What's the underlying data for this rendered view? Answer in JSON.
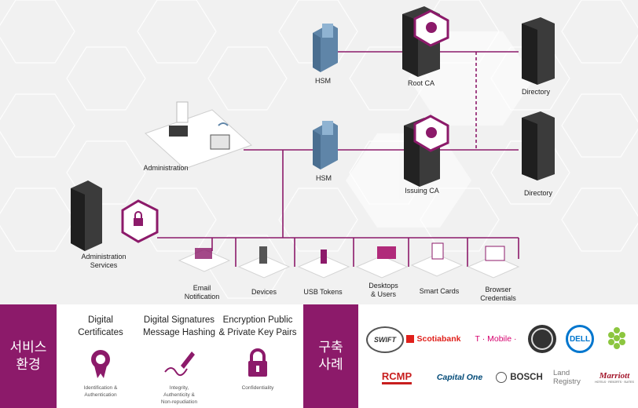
{
  "nodes": {
    "hsm_top": "HSM",
    "root_ca": "Root CA",
    "directory_top": "Directory",
    "administration": "Administration",
    "hsm_mid": "HSM",
    "issuing_ca": "Issuing CA",
    "directory_mid": "Directory",
    "admin_services_1": "Administration",
    "admin_services_2": "Services"
  },
  "endpoints": {
    "email_1": "Email",
    "email_2": "Notification",
    "devices": "Devices",
    "usb": "USB Tokens",
    "desktops_1": "Desktops",
    "desktops_2": "& Users",
    "smartcards": "Smart Cards",
    "browser_1": "Browser",
    "browser_2": "Credentials"
  },
  "services": {
    "section_1": "서비스",
    "section_2": "환경",
    "digital_certificates_1": "Digital",
    "digital_certificates_2": "Certificates",
    "digital_certificates_desc_1": "Identification &",
    "digital_certificates_desc_2": "Authentication",
    "signatures_1": "Digital Signatures",
    "signatures_2": "Message Hashing",
    "signatures_desc_1": "Integrity,",
    "signatures_desc_2": "Authenticity &",
    "signatures_desc_3": "Non-repudiation",
    "encryption_1": "Encryption Public",
    "encryption_2": "& Private Key Pairs",
    "encryption_desc": "Confidentiality"
  },
  "references": {
    "section_1": "구축",
    "section_2": "사례",
    "logos": {
      "swift": "SWIFT",
      "scotiabank": "Scotiabank",
      "tmobile": "T · Mobile ·",
      "dell": "DELL",
      "rcmp": "RCMP",
      "capitalone": "Capital One",
      "bosch": "BOSCH",
      "land_1": "Land",
      "land_2": "Registry",
      "marriott": "Marriott",
      "marriott_sub": "HOTELS · RESORTS · SUITES"
    }
  },
  "colors": {
    "accent": "#8c1a6a",
    "line": "#8c1a6a",
    "server": "#3a3a3a",
    "hsm": "#6a8fb0"
  }
}
